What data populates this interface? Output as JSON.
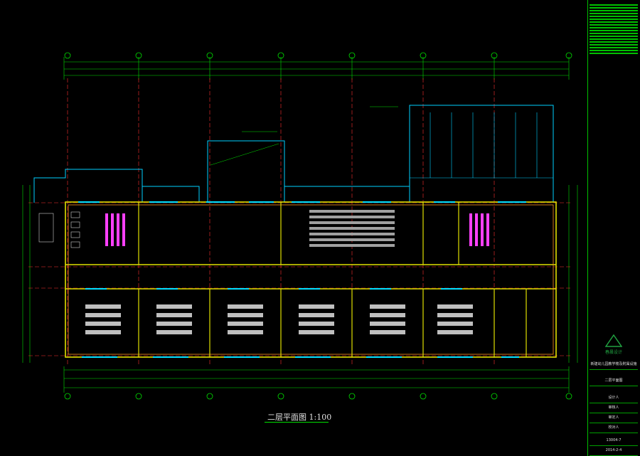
{
  "drawing": {
    "title": "二层平面图 1:100"
  },
  "title_block": {
    "firm_logo_text": "春晨设计",
    "project_name": "新建幼儿园教学楼及附属设施工程",
    "sheet_title": "二层平面图",
    "drawing_number": "13004-7",
    "date": "2014-2-4",
    "rows": [
      "设计人",
      "审核人",
      "审定人",
      "校对人"
    ]
  },
  "colors": {
    "background": "#000000",
    "wall": "#e0e000",
    "axis": "#ff3030",
    "dimension": "#00e000",
    "window": "#00e0ff",
    "furniture": "#d0d0d0",
    "stair": "#ff40ff"
  }
}
